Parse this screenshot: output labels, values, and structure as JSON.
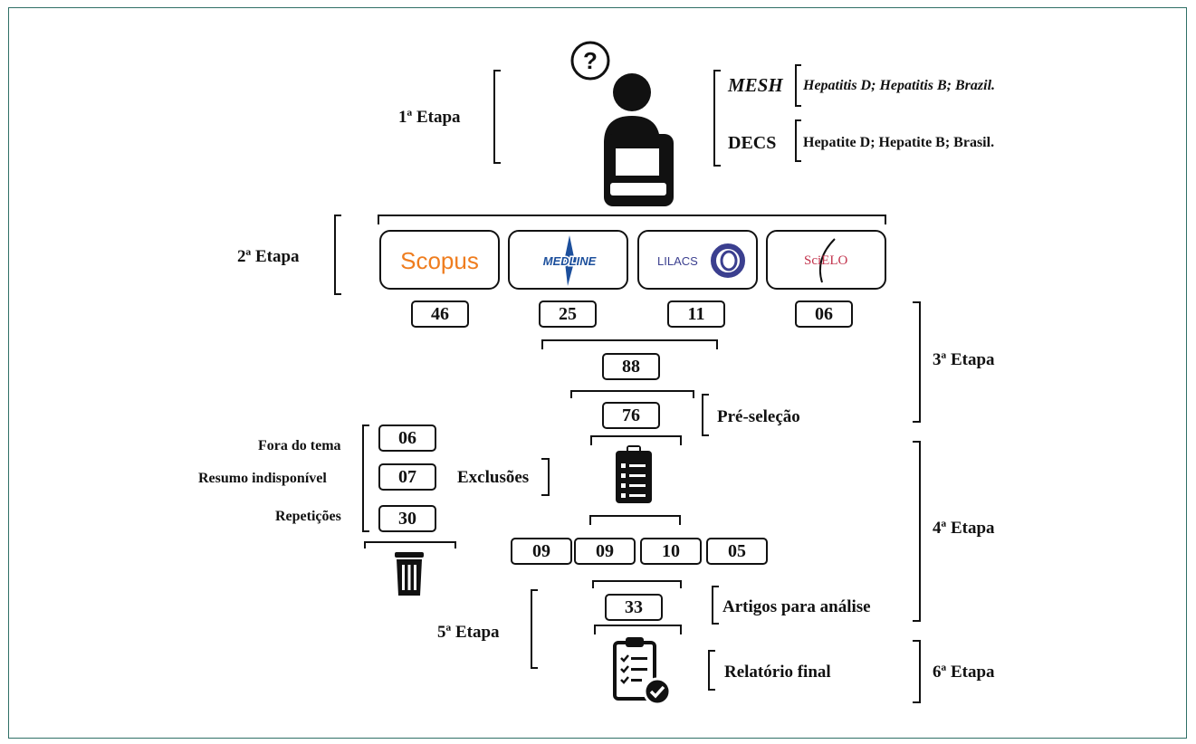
{
  "stages": {
    "s1": "1ª Etapa",
    "s2": "2ª Etapa",
    "s3": "3ª Etapa",
    "s4": "4ª Etapa",
    "s5": "5ª Etapa",
    "s6": "6ª Etapa"
  },
  "descriptors": {
    "mesh_label": "MESH",
    "mesh_terms": "Hepatitis D; Hepatitis B; Brazil.",
    "decs_label": "DECS",
    "decs_terms": "Hepatite D; Hepatite B; Brasil."
  },
  "databases": [
    {
      "name": "Scopus",
      "count": "46"
    },
    {
      "name": "MEDLINE",
      "count": "25"
    },
    {
      "name": "LILACS",
      "count": "11"
    },
    {
      "name": "SciELO",
      "count": "06"
    }
  ],
  "totals": {
    "total": "88",
    "preselection_count": "76",
    "preselection_label": "Pré-seleção",
    "exclusions_label": "Exclusões",
    "analysis_count": "33",
    "analysis_label": "Artigos para análise",
    "final_label": "Relatório final"
  },
  "exclusions": [
    {
      "reason": "Fora do tema",
      "count": "06"
    },
    {
      "reason": "Resumo indisponível",
      "count": "07"
    },
    {
      "reason": "Repetições",
      "count": "30"
    }
  ],
  "split_counts": [
    "09",
    "09",
    "10",
    "05"
  ],
  "icons": [
    "question-icon",
    "user-computer-icon",
    "clipboard-checklist-icon",
    "trash-icon",
    "clipboard-check-icon"
  ],
  "colors": {
    "frame": "#2f6f66",
    "scopus": "#ef7d1f",
    "medline": "#1c4f9c",
    "lilacs": "#3b3f8f",
    "scielo": "#c2334c"
  }
}
